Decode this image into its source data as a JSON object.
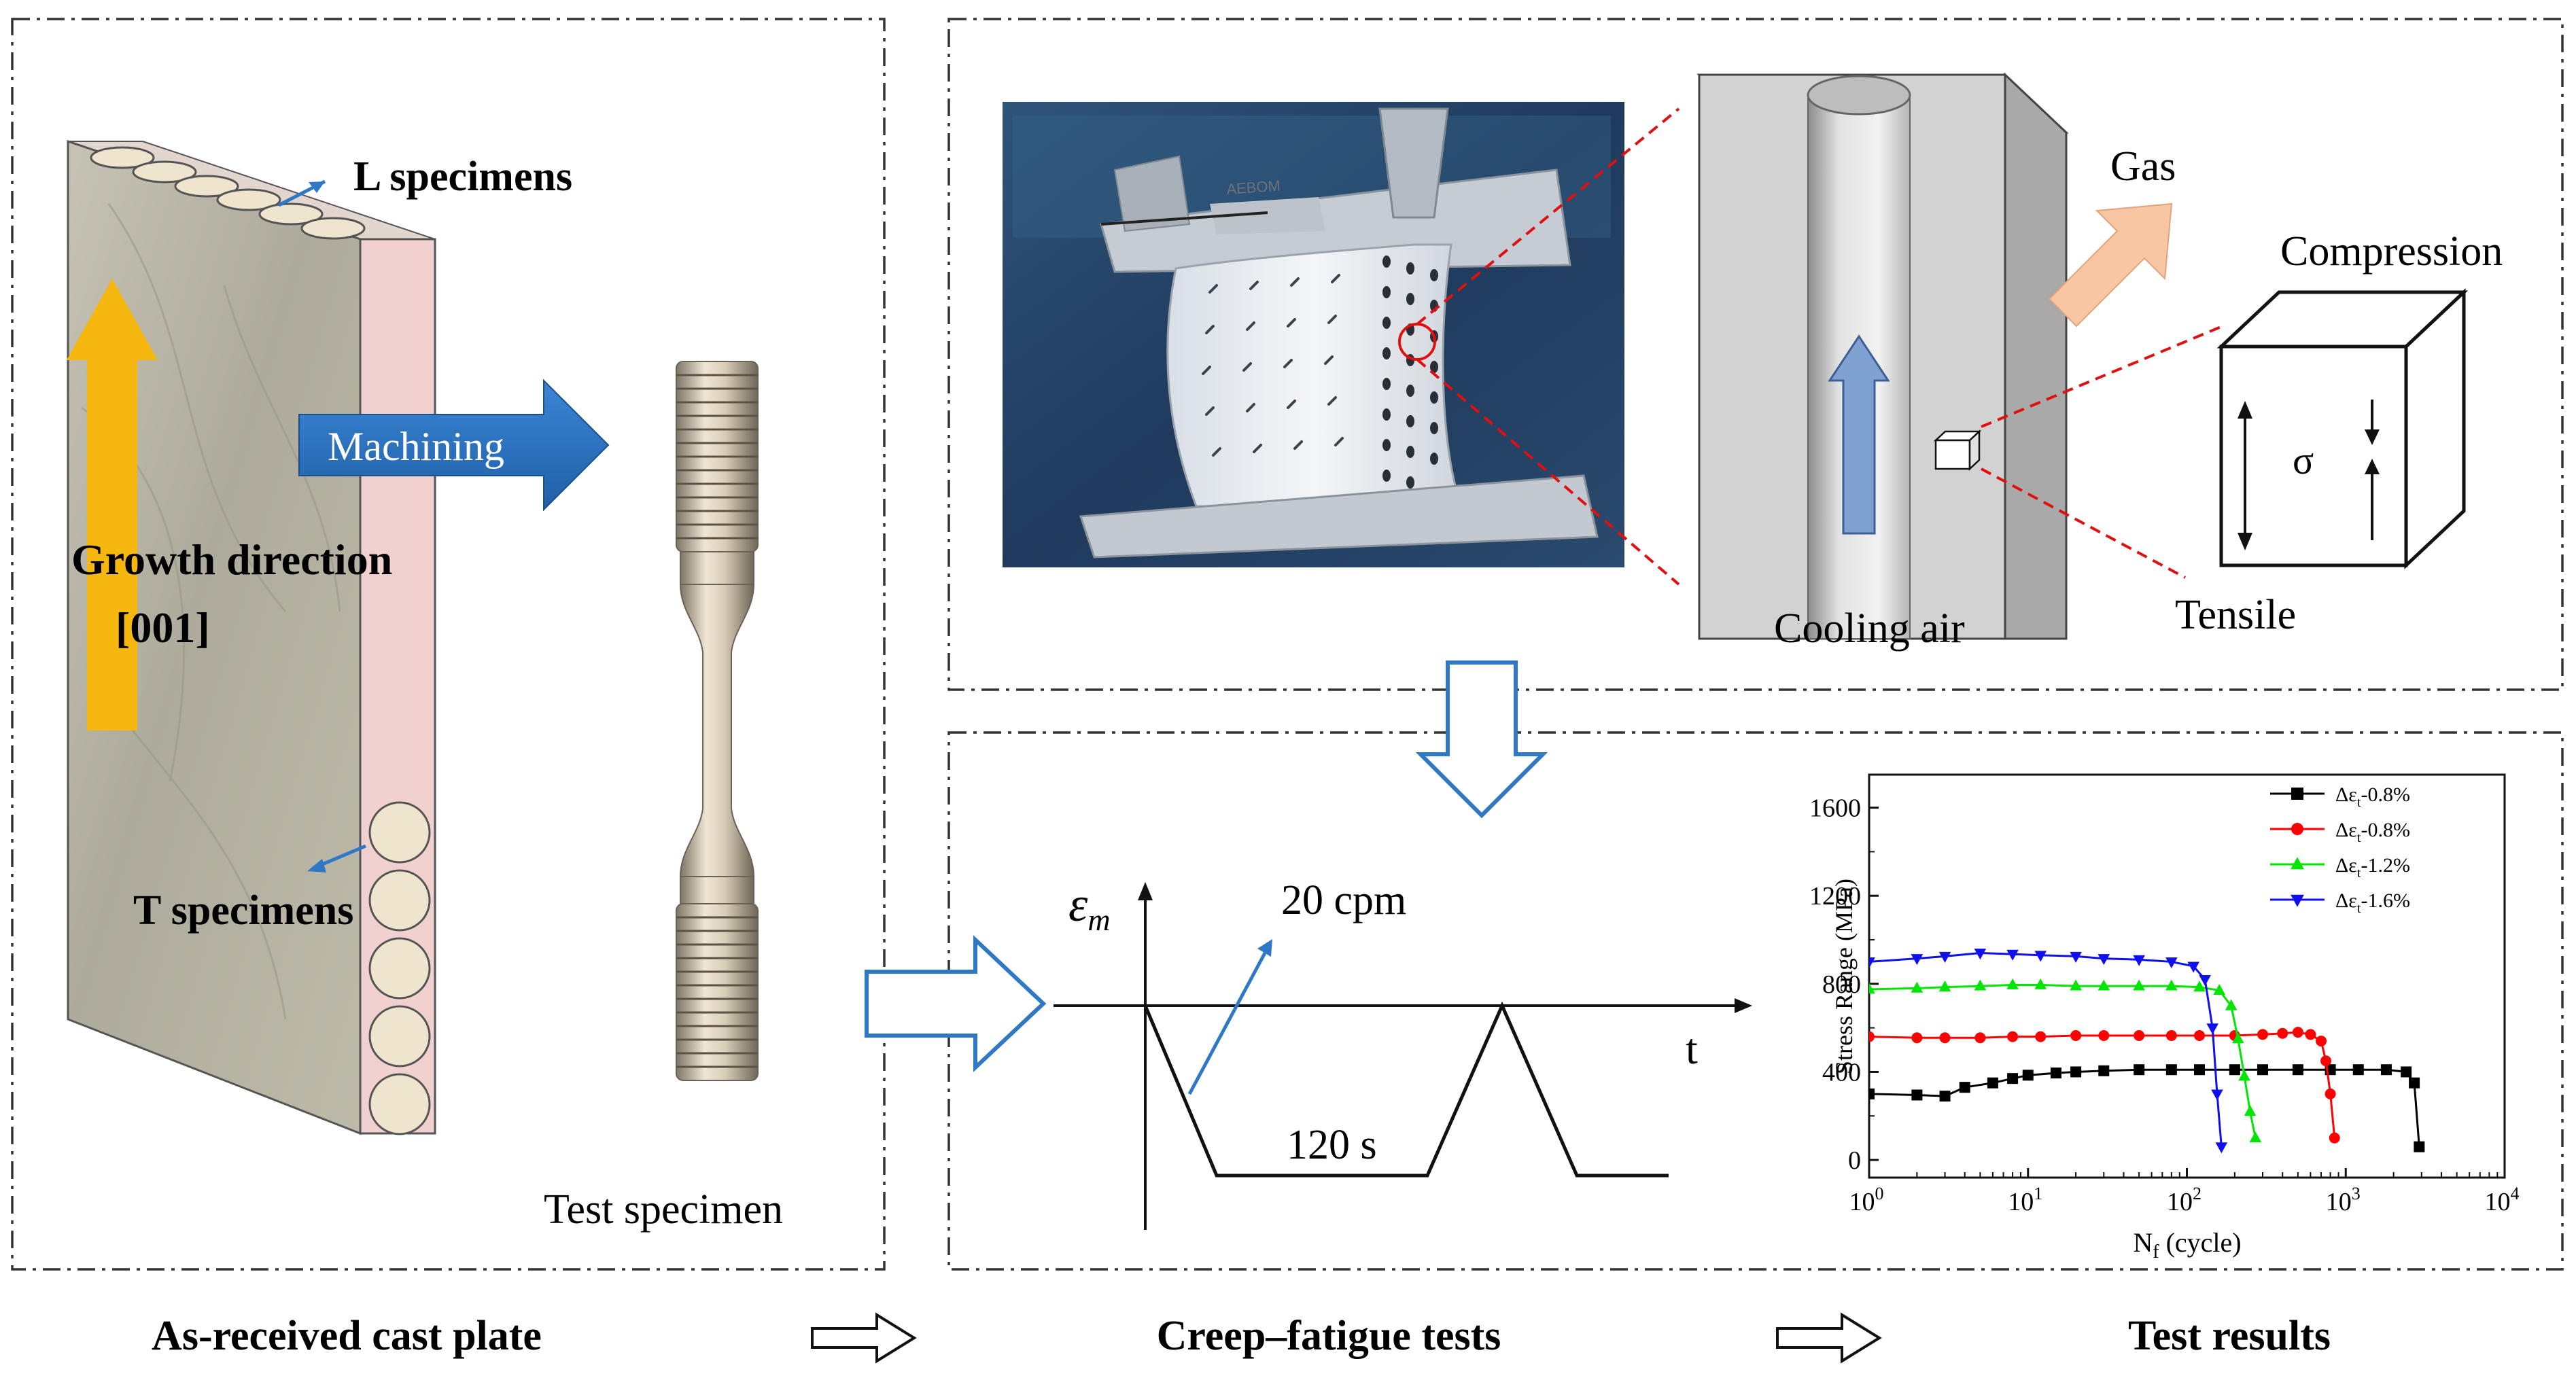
{
  "labels": {
    "l_specimens": "L specimens",
    "t_specimens": "T specimens",
    "machining": "Machining",
    "growth_direction": "Growth direction",
    "growth_index": "[001]",
    "test_specimen": "Test specimen",
    "gas": "Gas",
    "compression": "Compression",
    "sigma": "σ",
    "tensile": "Tensile",
    "cooling_air": "Cooling air",
    "blade_marking": "AEBOM"
  },
  "waveform": {
    "y_label": "ε",
    "y_label_sub": "m",
    "x_label": "t",
    "rate": "20 cpm",
    "hold": "120 s"
  },
  "workflow": [
    {
      "label": "As-received cast plate"
    },
    {
      "label": "Creep–fatigue tests"
    },
    {
      "label": "Test results"
    }
  ],
  "colors": {
    "plate_face": "#b9b6a6",
    "plate_side": "#f1d1d0",
    "growth_arrow": "#f6b70e",
    "machining_arrow": "#2f78c6",
    "blade_background": "#2b4463",
    "cooling_arrow": "#7fa2d2",
    "gas_arrow": "#f9c6a4",
    "dashed_red": "#e01010",
    "flow_arrow": "#2f78c6"
  },
  "chart_data": {
    "type": "scatter",
    "xlabel": "N",
    "xlabel_sub": "f",
    "xlabel_unit": " (cycle)",
    "ylabel": "Stress Range (MPa)",
    "x_scale": "log",
    "xlim": [
      1,
      10000
    ],
    "ylim": [
      -80,
      1750
    ],
    "x_ticks": [
      {
        "value": 1,
        "base": "10",
        "exp": "0"
      },
      {
        "value": 10,
        "base": "10",
        "exp": "1"
      },
      {
        "value": 100,
        "base": "10",
        "exp": "2"
      },
      {
        "value": 1000,
        "base": "10",
        "exp": "3"
      },
      {
        "value": 10000,
        "base": "10",
        "exp": "4"
      }
    ],
    "y_ticks": [
      0,
      400,
      800,
      1200,
      1600
    ],
    "legend_position": "top-right",
    "series": [
      {
        "name": "Δε",
        "sub": "t",
        "suffix": "-0.8%",
        "color": "#000000",
        "marker": "square",
        "x": [
          1,
          2,
          3,
          4,
          6,
          8,
          10,
          15,
          20,
          30,
          50,
          80,
          120,
          200,
          300,
          500,
          800,
          1200,
          1800,
          2400,
          2700,
          2900
        ],
        "y": [
          300,
          295,
          290,
          330,
          350,
          370,
          385,
          395,
          400,
          405,
          410,
          410,
          410,
          410,
          410,
          410,
          410,
          410,
          410,
          400,
          350,
          60
        ]
      },
      {
        "name": "Δε",
        "sub": "t",
        "suffix": "-0.8%",
        "color": "#ff0000",
        "marker": "circle",
        "x": [
          1,
          2,
          3,
          5,
          8,
          12,
          20,
          30,
          50,
          80,
          120,
          200,
          300,
          400,
          500,
          600,
          700,
          750,
          800,
          850
        ],
        "y": [
          560,
          555,
          555,
          555,
          560,
          560,
          565,
          565,
          565,
          565,
          565,
          565,
          570,
          575,
          580,
          570,
          540,
          450,
          300,
          100
        ]
      },
      {
        "name": "Δε",
        "sub": "t",
        "suffix": "-1.2%",
        "color": "#00e600",
        "marker": "triangle-up",
        "x": [
          1,
          2,
          3,
          5,
          8,
          12,
          20,
          30,
          50,
          80,
          120,
          160,
          190,
          210,
          230,
          250,
          270
        ],
        "y": [
          775,
          780,
          785,
          790,
          795,
          795,
          790,
          790,
          790,
          790,
          785,
          770,
          700,
          550,
          380,
          220,
          100
        ]
      },
      {
        "name": "Δε",
        "sub": "t",
        "suffix": "-1.6%",
        "color": "#1010ee",
        "marker": "triangle-down",
        "x": [
          1,
          2,
          3,
          5,
          8,
          12,
          20,
          30,
          50,
          80,
          110,
          130,
          145,
          155,
          165
        ],
        "y": [
          900,
          915,
          925,
          940,
          935,
          930,
          925,
          915,
          910,
          900,
          880,
          820,
          600,
          300,
          60
        ]
      }
    ]
  }
}
